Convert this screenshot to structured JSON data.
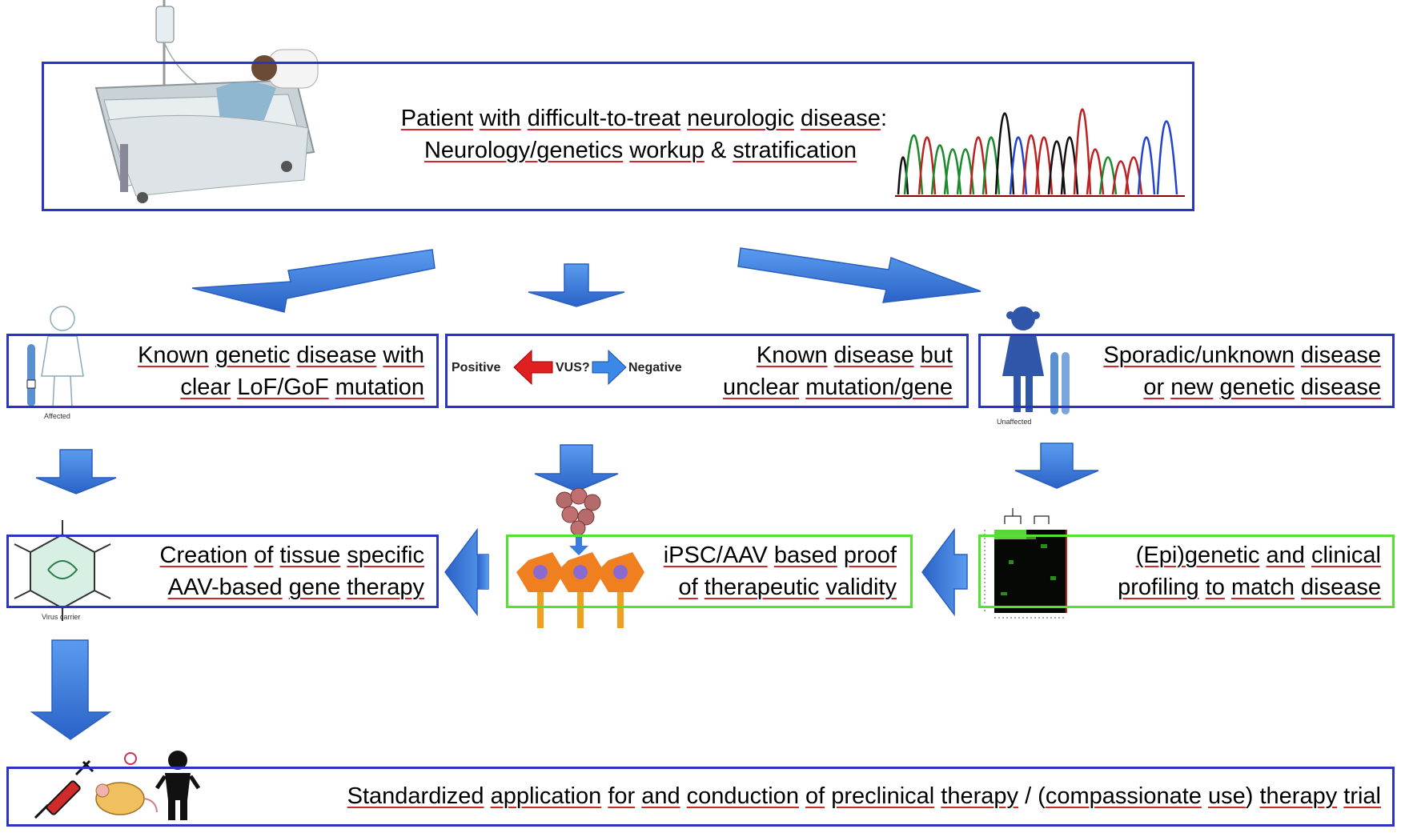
{
  "top": {
    "line1": [
      "Patient",
      " ",
      "with",
      " ",
      "difficult-to-treat",
      " ",
      "neurologic",
      " ",
      "disease",
      ":"
    ],
    "line2": [
      "Neurology/genetics",
      " ",
      "workup",
      " & ",
      "stratification"
    ]
  },
  "left_box": {
    "line1": [
      "Known",
      " ",
      "genetic",
      " ",
      "disease",
      " ",
      "with"
    ],
    "line2": [
      "clear",
      " ",
      "LoF/GoF",
      " ",
      "mutation"
    ],
    "figure_caption": "Affected"
  },
  "middle_box": {
    "line1": [
      "Known",
      " ",
      "disease",
      " ",
      "but"
    ],
    "line2": [
      "unclear",
      " ",
      "mutation/gene"
    ],
    "positive": "Positive",
    "vus": "VUS?",
    "negative": "Negative"
  },
  "right_box": {
    "line1": [
      "Sporadic/unknown",
      " ",
      "disease"
    ],
    "line2": [
      "or",
      " ",
      "new",
      " ",
      "genetic",
      " ",
      "disease"
    ],
    "figure_caption": "Unaffected"
  },
  "aav_box": {
    "line1": [
      "Creation",
      " ",
      "of",
      " ",
      "tissue",
      " ",
      "specific"
    ],
    "line2": [
      "AAV-based",
      " ",
      "gene",
      " ",
      "therapy"
    ],
    "figure_caption": "Virus carrier"
  },
  "ipsc_box": {
    "line1": [
      "iPSC/AAV",
      " ",
      "based",
      " ",
      "proof"
    ],
    "line2": [
      "of",
      " ",
      "therapeutic",
      " ",
      "validity"
    ]
  },
  "epi_box": {
    "line1": [
      "(Epi)genetic",
      " ",
      "and",
      " ",
      "clinical"
    ],
    "line2": [
      "profiling",
      " ",
      "to",
      " ",
      "match",
      " ",
      "disease"
    ]
  },
  "bottom_box": {
    "line1": [
      "Standardized",
      " ",
      "application",
      " ",
      "for",
      " ",
      "and",
      " ",
      "conduction",
      " ",
      "of",
      " ",
      "preclinical",
      " ",
      "therapy",
      " / (",
      "compassionate",
      " ",
      "use",
      ") ",
      "therapy",
      " ",
      "trial"
    ]
  },
  "colors": {
    "box_blue": "#2b35c4",
    "box_green": "#55e033",
    "arrow_blue": "#3b7ddd",
    "underline_red": "#c92a2a",
    "red_arrow": "#e02020"
  }
}
